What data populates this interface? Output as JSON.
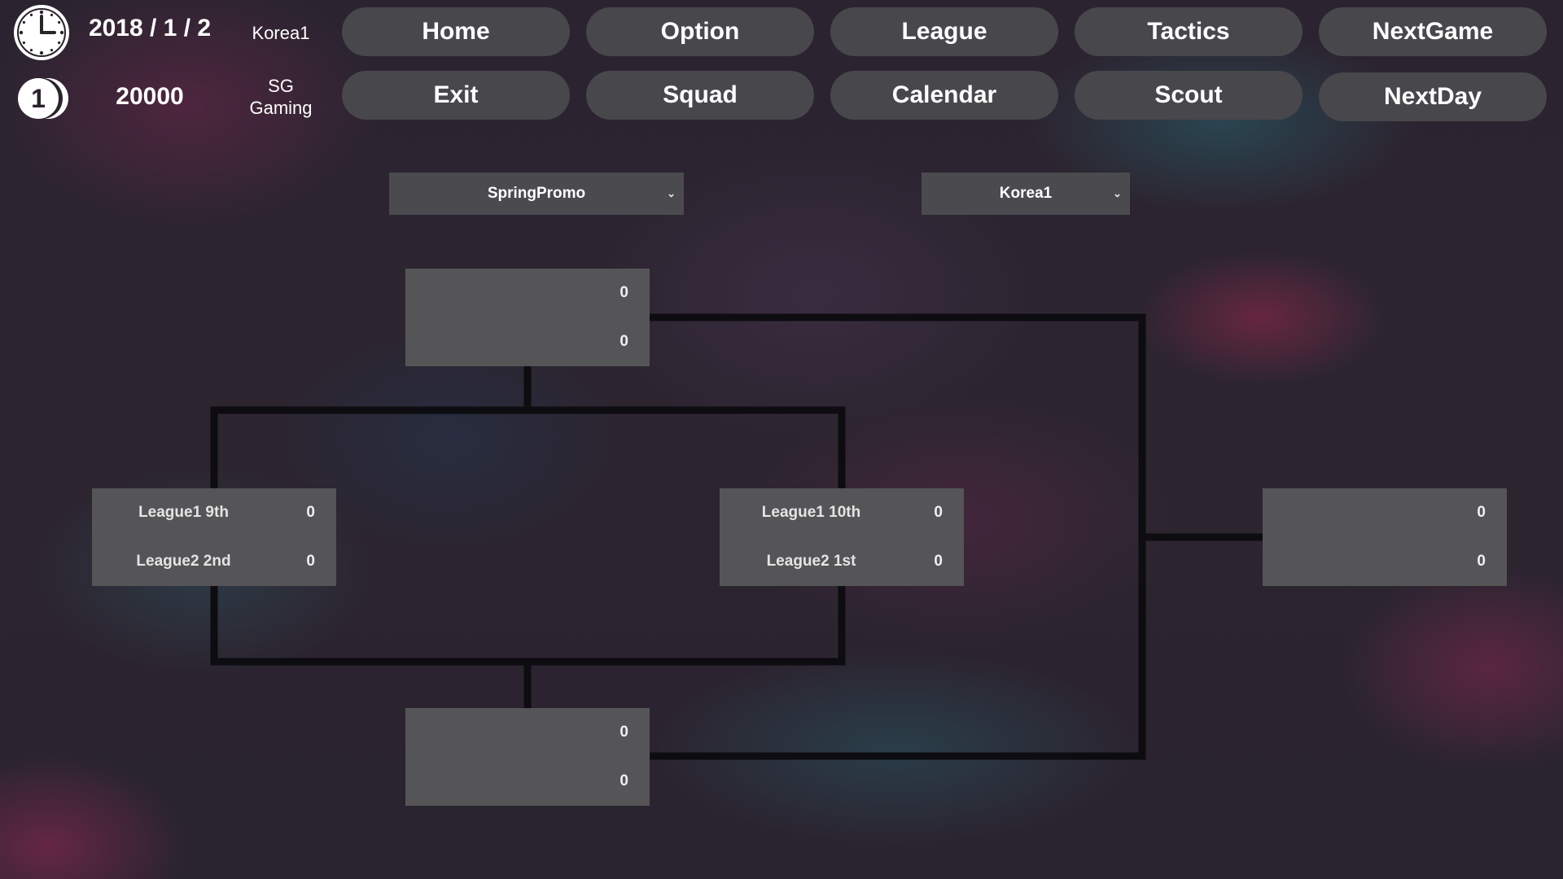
{
  "header": {
    "date": "2018 / 1 / 2",
    "money": "20000",
    "league": "Korea1",
    "team_line1": "SG",
    "team_line2": "Gaming",
    "coin_number": "1",
    "icons": [
      "clock-icon",
      "coin-icon"
    ]
  },
  "nav": {
    "home": "Home",
    "option": "Option",
    "league": "League",
    "tactics": "Tactics",
    "next_game": "NextGame",
    "exit": "Exit",
    "squad": "Squad",
    "calendar": "Calendar",
    "scout": "Scout",
    "next_day": "NextDay"
  },
  "filters": {
    "competition": "SpringPromo",
    "region": "Korea1"
  },
  "bracket": {
    "top_match": {
      "team1": "",
      "score1": "0",
      "team2": "",
      "score2": "0"
    },
    "left_match": {
      "team1": "League1 9th",
      "score1": "0",
      "team2": "League2 2nd",
      "score2": "0"
    },
    "center_match": {
      "team1": "League1 10th",
      "score1": "0",
      "team2": "League2 1st",
      "score2": "0"
    },
    "bottom_match": {
      "team1": "",
      "score1": "0",
      "team2": "",
      "score2": "0"
    },
    "final_match": {
      "team1": "",
      "score1": "0",
      "team2": "",
      "score2": "0"
    }
  },
  "colors": {
    "button_bg": "#48474b",
    "match_bg": "#555558",
    "line": "#0d0c10",
    "text": "#ffffff"
  }
}
